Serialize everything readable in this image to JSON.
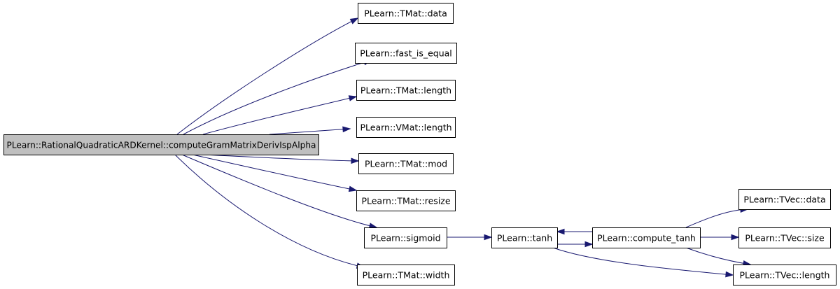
{
  "graph": {
    "edge_color": "#191970",
    "root_fill": "#bfbfbf",
    "nodes": [
      {
        "id": "root",
        "label": "PLearn::RationalQuadraticARDKernel::computeGramMatrixDerivIspAlpha",
        "highlight": true
      },
      {
        "id": "tmat_data",
        "label": "PLearn::TMat::data"
      },
      {
        "id": "fast_is_equal",
        "label": "PLearn::fast_is_equal"
      },
      {
        "id": "tmat_length",
        "label": "PLearn::TMat::length"
      },
      {
        "id": "vmat_length",
        "label": "PLearn::VMat::length"
      },
      {
        "id": "tmat_mod",
        "label": "PLearn::TMat::mod"
      },
      {
        "id": "tmat_resize",
        "label": "PLearn::TMat::resize"
      },
      {
        "id": "sigmoid",
        "label": "PLearn::sigmoid"
      },
      {
        "id": "tmat_width",
        "label": "PLearn::TMat::width"
      },
      {
        "id": "tanh",
        "label": "PLearn::tanh"
      },
      {
        "id": "compute_tanh",
        "label": "PLearn::compute_tanh"
      },
      {
        "id": "tvec_data",
        "label": "PLearn::TVec::data"
      },
      {
        "id": "tvec_size",
        "label": "PLearn::TVec::size"
      },
      {
        "id": "tvec_length",
        "label": "PLearn::TVec::length"
      }
    ],
    "edges": [
      {
        "from": "root",
        "to": "tmat_data"
      },
      {
        "from": "root",
        "to": "fast_is_equal"
      },
      {
        "from": "root",
        "to": "tmat_length"
      },
      {
        "from": "root",
        "to": "vmat_length"
      },
      {
        "from": "root",
        "to": "tmat_mod"
      },
      {
        "from": "root",
        "to": "tmat_resize"
      },
      {
        "from": "root",
        "to": "sigmoid"
      },
      {
        "from": "root",
        "to": "tmat_width"
      },
      {
        "from": "sigmoid",
        "to": "tanh"
      },
      {
        "from": "tanh",
        "to": "compute_tanh"
      },
      {
        "from": "compute_tanh",
        "to": "tanh"
      },
      {
        "from": "tanh",
        "to": "tvec_length"
      },
      {
        "from": "compute_tanh",
        "to": "tvec_data"
      },
      {
        "from": "compute_tanh",
        "to": "tvec_size"
      },
      {
        "from": "compute_tanh",
        "to": "tvec_length"
      }
    ]
  }
}
